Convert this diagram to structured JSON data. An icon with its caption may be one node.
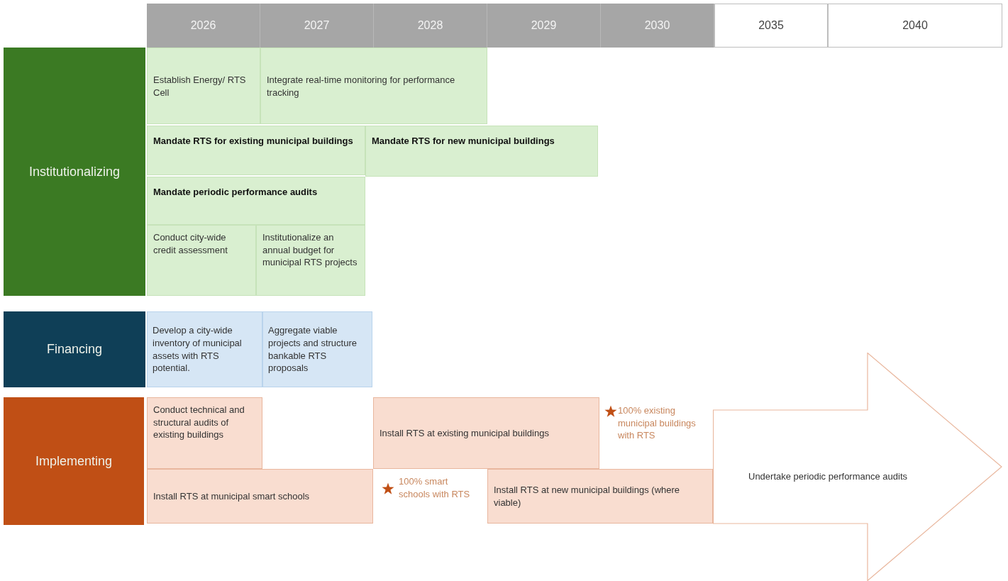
{
  "diagram": {
    "nodes": [
      {
        "text": [
          "2026"
        ]
      },
      {
        "text": [
          "2027"
        ]
      },
      {
        "text": [
          "2028"
        ]
      },
      {
        "text": [
          "2029"
        ]
      },
      {
        "text": [
          "2030"
        ]
      },
      {
        "text": [
          "2035"
        ]
      },
      {
        "text": [
          "2040"
        ]
      },
      {
        "text": [
          "Institutionalizing"
        ]
      },
      {
        "text": [
          "Establish Energy/ RTS Cell"
        ]
      },
      {
        "text": [
          "Integrate real-time monitoring for performance tracking"
        ]
      },
      {
        "text": [
          "Mandate RTS for existing municipal buildings"
        ]
      },
      {
        "text": [
          "Mandate RTS for new municipal buildings"
        ]
      },
      {
        "text": [
          "Mandate periodic performance audits"
        ]
      },
      {
        "text": [
          "Conduct city-wide credit assessment"
        ]
      },
      {
        "text": [
          "Institutionalize an annual budget for municipal RTS projects"
        ]
      },
      {
        "text": [
          "Financing"
        ]
      },
      {
        "text": [
          "Develop a city-wide inventory of municipal assets with RTS potential."
        ]
      },
      {
        "text": [
          "Aggregate viable projects and structure bankable RTS proposals"
        ]
      },
      {
        "text": [
          "Implementing"
        ]
      },
      {
        "text": [
          "Conduct technical and structural audits of existing buildings"
        ]
      },
      {
        "text": [
          "Install RTS at existing municipal buildings"
        ]
      },
      {
        "text": [
          "Install RTS at municipal smart schools"
        ]
      },
      {
        "text": [
          "Install RTS at new municipal buildings (where viable)"
        ]
      },
      {
        "text": [
          "Undertake periodic performance audits"
        ]
      }
    ],
    "labels": [
      "100% existing municipal buildings with RTS",
      "100% smart schools with RTS"
    ]
  }
}
